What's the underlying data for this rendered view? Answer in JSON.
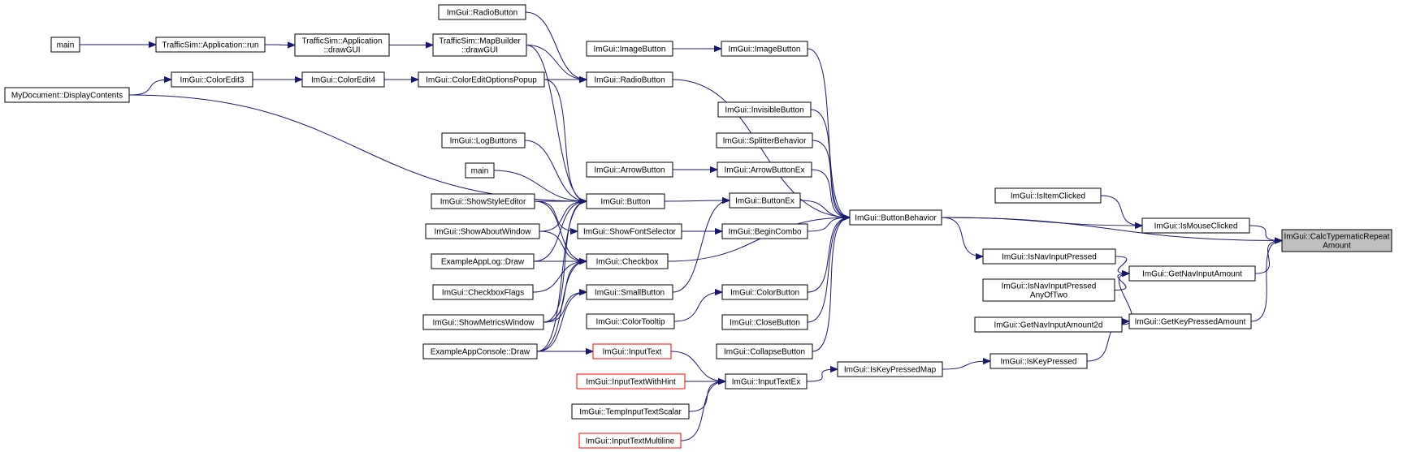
{
  "diagram": {
    "kind": "caller-graph",
    "edge_color": "#191970",
    "node_border_color": "#000000",
    "external_node_border_color": "#ff0000",
    "root_fill_color": "#bfbfbf",
    "nodes": [
      {
        "id": "root",
        "lines": [
          "ImGui::CalcTypematicRepeat",
          "Amount"
        ],
        "style": "root"
      },
      {
        "id": "mouseclicked",
        "lines": [
          "ImGui::IsMouseClicked"
        ]
      },
      {
        "id": "getnavinput",
        "lines": [
          "ImGui::GetNavInputAmount"
        ]
      },
      {
        "id": "getkeypressed",
        "lines": [
          "ImGui::GetKeyPressedAmount"
        ]
      },
      {
        "id": "buttonbehavior",
        "lines": [
          "ImGui::ButtonBehavior"
        ]
      },
      {
        "id": "itemclicked",
        "lines": [
          "ImGui::IsItemClicked"
        ]
      },
      {
        "id": "navinputpressed",
        "lines": [
          "ImGui::IsNavInputPressed"
        ]
      },
      {
        "id": "navinputpressedany",
        "lines": [
          "ImGui::IsNavInputPressed",
          "AnyOfTwo"
        ]
      },
      {
        "id": "getnavinput2d",
        "lines": [
          "ImGui::GetNavInputAmount2d"
        ]
      },
      {
        "id": "iskeypressed",
        "lines": [
          "ImGui::IsKeyPressed"
        ]
      },
      {
        "id": "iskeypressedmap",
        "lines": [
          "ImGui::IsKeyPressedMap"
        ]
      },
      {
        "id": "inputtextex",
        "lines": [
          "ImGui::InputTextEx"
        ]
      },
      {
        "id": "inputtext",
        "lines": [
          "ImGui::InputText"
        ],
        "style": "red"
      },
      {
        "id": "inputtexthint",
        "lines": [
          "ImGui::InputTextWithHint"
        ],
        "style": "red"
      },
      {
        "id": "tempinputscalar",
        "lines": [
          "ImGui::TempInputTextScalar"
        ]
      },
      {
        "id": "inputtextmulti",
        "lines": [
          "ImGui::InputTextMultiline"
        ],
        "style": "red"
      },
      {
        "id": "imagebutton",
        "lines": [
          "ImGui::ImageButton"
        ]
      },
      {
        "id": "imagebutton0",
        "lines": [
          "ImGui::ImageButton"
        ]
      },
      {
        "id": "radiobutton",
        "lines": [
          "ImGui::RadioButton"
        ]
      },
      {
        "id": "radiobutton0",
        "lines": [
          "ImGui::RadioButton"
        ]
      },
      {
        "id": "invisiblebutton",
        "lines": [
          "ImGui::InvisibleButton"
        ]
      },
      {
        "id": "splitter",
        "lines": [
          "ImGui::SplitterBehavior"
        ]
      },
      {
        "id": "arrowbuttonex",
        "lines": [
          "ImGui::ArrowButtonEx"
        ]
      },
      {
        "id": "arrowbutton",
        "lines": [
          "ImGui::ArrowButton"
        ]
      },
      {
        "id": "buttonex",
        "lines": [
          "ImGui::ButtonEx"
        ]
      },
      {
        "id": "begincombo",
        "lines": [
          "ImGui::BeginCombo"
        ]
      },
      {
        "id": "colorbutton",
        "lines": [
          "ImGui::ColorButton"
        ]
      },
      {
        "id": "closebutton",
        "lines": [
          "ImGui::CloseButton"
        ]
      },
      {
        "id": "collapsebutton",
        "lines": [
          "ImGui::CollapseButton"
        ]
      },
      {
        "id": "colortooltip",
        "lines": [
          "ImGui::ColorTooltip"
        ]
      },
      {
        "id": "button",
        "lines": [
          "ImGui::Button"
        ]
      },
      {
        "id": "checkbox",
        "lines": [
          "ImGui::Checkbox"
        ]
      },
      {
        "id": "smallbutton",
        "lines": [
          "ImGui::SmallButton"
        ]
      },
      {
        "id": "showfontselector",
        "lines": [
          "ImGui::ShowFontSelector"
        ]
      },
      {
        "id": "coloreditoptions",
        "lines": [
          "ImGui::ColorEditOptionsPopup"
        ]
      },
      {
        "id": "coloredit4",
        "lines": [
          "ImGui::ColorEdit4"
        ]
      },
      {
        "id": "coloredit3",
        "lines": [
          "ImGui::ColorEdit3"
        ]
      },
      {
        "id": "mydocument",
        "lines": [
          "MyDocument::DisplayContents"
        ]
      },
      {
        "id": "mapbuilder",
        "lines": [
          "TrafficSim::MapBuilder",
          "::drawGUI"
        ]
      },
      {
        "id": "appdraw",
        "lines": [
          "TrafficSim::Application",
          "::drawGUI"
        ]
      },
      {
        "id": "apprun",
        "lines": [
          "TrafficSim::Application::run"
        ]
      },
      {
        "id": "main0",
        "lines": [
          "main"
        ]
      },
      {
        "id": "logbuttons",
        "lines": [
          "ImGui::LogButtons"
        ]
      },
      {
        "id": "main1",
        "lines": [
          "main"
        ]
      },
      {
        "id": "showstyleeditor",
        "lines": [
          "ImGui::ShowStyleEditor"
        ]
      },
      {
        "id": "showaboutwindow",
        "lines": [
          "ImGui::ShowAboutWindow"
        ]
      },
      {
        "id": "exampleapplog",
        "lines": [
          "ExampleAppLog::Draw"
        ]
      },
      {
        "id": "checkboxflags",
        "lines": [
          "ImGui::CheckboxFlags"
        ]
      },
      {
        "id": "showmetrics",
        "lines": [
          "ImGui::ShowMetricsWindow"
        ]
      },
      {
        "id": "exampleappconsole",
        "lines": [
          "ExampleAppConsole::Draw"
        ]
      }
    ],
    "edges": [
      {
        "from": "mouseclicked",
        "to": "root"
      },
      {
        "from": "getnavinput",
        "to": "root"
      },
      {
        "from": "getkeypressed",
        "to": "root"
      },
      {
        "from": "buttonbehavior",
        "to": "root"
      },
      {
        "from": "buttonbehavior",
        "to": "mouseclicked"
      },
      {
        "from": "itemclicked",
        "to": "mouseclicked"
      },
      {
        "from": "navinputpressed",
        "to": "getnavinput"
      },
      {
        "from": "navinputpressedany",
        "to": "getnavinput"
      },
      {
        "from": "getnavinput2d",
        "to": "getnavinput"
      },
      {
        "from": "iskeypressed",
        "to": "getkeypressed"
      },
      {
        "from": "buttonbehavior",
        "to": "navinputpressed"
      },
      {
        "from": "iskeypressedmap",
        "to": "iskeypressed"
      },
      {
        "from": "inputtextex",
        "to": "iskeypressedmap"
      },
      {
        "from": "inputtext",
        "to": "inputtextex"
      },
      {
        "from": "inputtexthint",
        "to": "inputtextex"
      },
      {
        "from": "tempinputscalar",
        "to": "inputtextex"
      },
      {
        "from": "inputtextmulti",
        "to": "inputtextex"
      },
      {
        "from": "imagebutton",
        "to": "buttonbehavior"
      },
      {
        "from": "radiobutton",
        "to": "buttonbehavior"
      },
      {
        "from": "invisiblebutton",
        "to": "buttonbehavior"
      },
      {
        "from": "splitter",
        "to": "buttonbehavior"
      },
      {
        "from": "arrowbuttonex",
        "to": "buttonbehavior"
      },
      {
        "from": "buttonex",
        "to": "buttonbehavior"
      },
      {
        "from": "begincombo",
        "to": "buttonbehavior"
      },
      {
        "from": "checkbox",
        "to": "buttonbehavior"
      },
      {
        "from": "colorbutton",
        "to": "buttonbehavior"
      },
      {
        "from": "closebutton",
        "to": "buttonbehavior"
      },
      {
        "from": "collapsebutton",
        "to": "buttonbehavior"
      },
      {
        "from": "imagebutton0",
        "to": "imagebutton"
      },
      {
        "from": "radiobutton0",
        "to": "radiobutton"
      },
      {
        "from": "mapbuilder",
        "to": "radiobutton"
      },
      {
        "from": "coloreditoptions",
        "to": "radiobutton"
      },
      {
        "from": "arrowbutton",
        "to": "arrowbuttonex"
      },
      {
        "from": "button",
        "to": "buttonex"
      },
      {
        "from": "smallbutton",
        "to": "buttonex"
      },
      {
        "from": "showfontselector",
        "to": "begincombo"
      },
      {
        "from": "colortooltip",
        "to": "colorbutton"
      },
      {
        "from": "coloredit4",
        "to": "coloreditoptions"
      },
      {
        "from": "coloredit3",
        "to": "coloredit4"
      },
      {
        "from": "mydocument",
        "to": "coloredit3"
      },
      {
        "from": "appdraw",
        "to": "mapbuilder"
      },
      {
        "from": "apprun",
        "to": "appdraw"
      },
      {
        "from": "main0",
        "to": "apprun"
      },
      {
        "from": "mydocument",
        "to": "button"
      },
      {
        "from": "mapbuilder",
        "to": "button"
      },
      {
        "from": "coloreditoptions",
        "to": "button"
      },
      {
        "from": "logbuttons",
        "to": "button"
      },
      {
        "from": "main1",
        "to": "button"
      },
      {
        "from": "showstyleeditor",
        "to": "button"
      },
      {
        "from": "showaboutwindow",
        "to": "button"
      },
      {
        "from": "exampleapplog",
        "to": "button"
      },
      {
        "from": "showmetrics",
        "to": "button"
      },
      {
        "from": "exampleappconsole",
        "to": "button"
      },
      {
        "from": "showstyleeditor",
        "to": "showfontselector"
      },
      {
        "from": "showstyleeditor",
        "to": "checkbox"
      },
      {
        "from": "showaboutwindow",
        "to": "checkbox"
      },
      {
        "from": "exampleapplog",
        "to": "checkbox"
      },
      {
        "from": "checkboxflags",
        "to": "checkbox"
      },
      {
        "from": "showmetrics",
        "to": "checkbox"
      },
      {
        "from": "exampleappconsole",
        "to": "checkbox"
      },
      {
        "from": "showmetrics",
        "to": "smallbutton"
      },
      {
        "from": "exampleappconsole",
        "to": "smallbutton"
      },
      {
        "from": "exampleappconsole",
        "to": "inputtext"
      }
    ]
  }
}
